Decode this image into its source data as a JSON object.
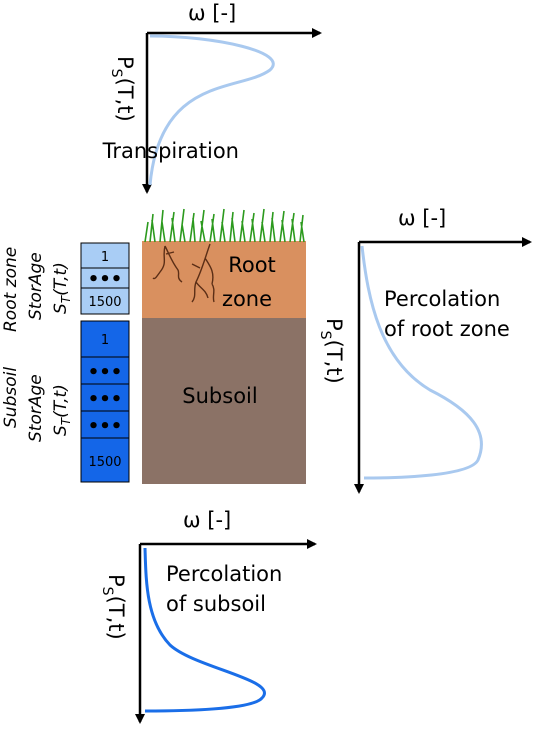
{
  "colors": {
    "root_zone": "#d9905f",
    "subsoil": "#8b7266",
    "light_curve": "#a9c9ef",
    "dark_curve": "#1a6ee8",
    "root_box": "#a9cdf5",
    "subsoil_box": "#1466e8",
    "grass": "#2c9a1e"
  },
  "plots": {
    "transpiration": {
      "axis_x_label": "ω [-]",
      "axis_y_label": "P_S(T,t)",
      "title": "Transpiration"
    },
    "root_percolation": {
      "axis_x_label": "ω [-]",
      "axis_y_label": "P_S(T,t)",
      "title_line1": "Percolation",
      "title_line2": "of root zone"
    },
    "subsoil_percolation": {
      "axis_x_label": "ω [-]",
      "axis_y_label": "P_S(T,t)",
      "title_line1": "Percolation",
      "title_line2": "of subsoil"
    }
  },
  "soil": {
    "root_zone_line1": "Root",
    "root_zone_line2": "zone",
    "subsoil_label": "Subsoil"
  },
  "storage": {
    "root_title1": "Root zone",
    "root_title2": "StorAge",
    "root_title3": "S_T(T,t)",
    "root_boxes": [
      "1",
      "•••",
      "1500"
    ],
    "subsoil_title1": "Subsoil",
    "subsoil_title2": "StorAge",
    "subsoil_title3": "S_T(T,t)",
    "subsoil_boxes": [
      "1",
      "•••",
      "•••",
      "•••",
      "1500"
    ]
  },
  "ps_main": "P",
  "ps_sub": "S",
  "ps_rest": "(T,t)",
  "st_main": "S",
  "st_sub": "T",
  "st_rest": "(T,t)"
}
